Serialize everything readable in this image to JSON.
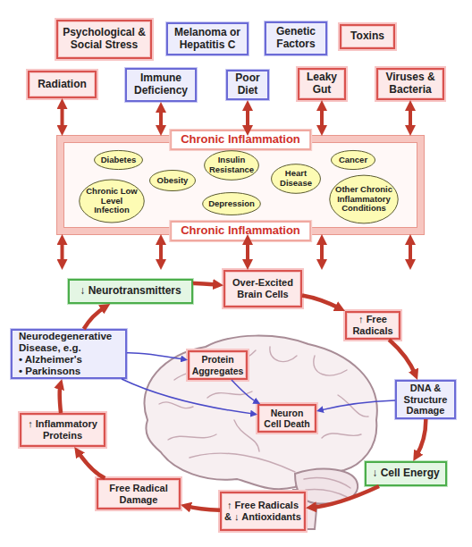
{
  "diagram": {
    "nodes": [
      {
        "text": [
          "Psychological & Social Stress"
        ]
      },
      {
        "text": [
          "Melanoma or Hepatitis C"
        ]
      },
      {
        "text": [
          "Genetic Factors"
        ]
      },
      {
        "text": [
          "Toxins"
        ]
      },
      {
        "text": [
          "Radiation"
        ]
      },
      {
        "text": [
          "Immune Deficiency"
        ]
      },
      {
        "text": [
          "Poor Diet"
        ]
      },
      {
        "text": [
          "Leaky Gut"
        ]
      },
      {
        "text": [
          "Viruses & Bacteria"
        ]
      },
      {
        "text": [
          "Chronic Inflammation",
          "Chronic Inflammation"
        ]
      },
      {
        "text": [
          "Diabetes"
        ],
        "in": 9
      },
      {
        "text": [
          "Insulin Resistance"
        ],
        "in": 9
      },
      {
        "text": [
          "Cancer"
        ],
        "in": 9
      },
      {
        "text": [
          "Obesity"
        ],
        "in": 9
      },
      {
        "text": [
          "Heart Disease"
        ],
        "in": 9
      },
      {
        "text": [
          "Chronic Low Level Infection"
        ],
        "in": 9
      },
      {
        "text": [
          "Depression"
        ],
        "in": 9
      },
      {
        "text": [
          "Other Chronic Inflammatory Conditions"
        ],
        "in": 9
      },
      {
        "text": [
          "↓ Neurotransmitters"
        ]
      },
      {
        "text": [
          "Over-Excited Brain Cells"
        ]
      },
      {
        "text": [
          "↑ Free Radicals"
        ]
      },
      {
        "text": [
          "Neurodegenerative Disease, e.g.",
          "• Alzheimer's",
          "• Parkinsons"
        ]
      },
      {
        "text": [
          "Protein Aggregates"
        ]
      },
      {
        "text": [
          "DNA & Structure Damage"
        ]
      },
      {
        "text": [
          "Neuron Cell Death"
        ]
      },
      {
        "text": [
          "↑ Inflammatory Proteins"
        ]
      },
      {
        "text": [
          "↓ Cell Energy"
        ]
      },
      {
        "text": [
          "Free Radical Damage"
        ]
      },
      {
        "text": [
          "↑ Free Radicals & ↓ Antioxidants"
        ]
      }
    ],
    "edges": [
      {
        "from": 4,
        "to": 9,
        "arrow": "both"
      },
      {
        "from": 5,
        "to": 9,
        "arrow": "both"
      },
      {
        "from": 6,
        "to": 9,
        "arrow": "both"
      },
      {
        "from": 7,
        "to": 9,
        "arrow": "both"
      },
      {
        "from": 8,
        "to": 9,
        "arrow": "both"
      },
      {
        "from": 18,
        "to": 19,
        "arrow": "to"
      },
      {
        "from": 19,
        "to": 20,
        "arrow": "to"
      },
      {
        "from": 20,
        "to": 23,
        "arrow": "to"
      },
      {
        "from": 23,
        "to": 26,
        "arrow": "to"
      },
      {
        "from": 26,
        "to": 28,
        "arrow": "to"
      },
      {
        "from": 28,
        "to": 27,
        "arrow": "to"
      },
      {
        "from": 27,
        "to": 25,
        "arrow": "to"
      },
      {
        "from": 25,
        "to": 21,
        "arrow": "to"
      },
      {
        "from": 21,
        "to": 18,
        "arrow": "to"
      },
      {
        "from": 21,
        "to": 22,
        "arrow": "to"
      },
      {
        "from": 21,
        "to": 24,
        "arrow": "to"
      },
      {
        "from": 22,
        "to": 24,
        "arrow": "to"
      },
      {
        "from": 23,
        "to": 24,
        "arrow": "to"
      }
    ]
  }
}
